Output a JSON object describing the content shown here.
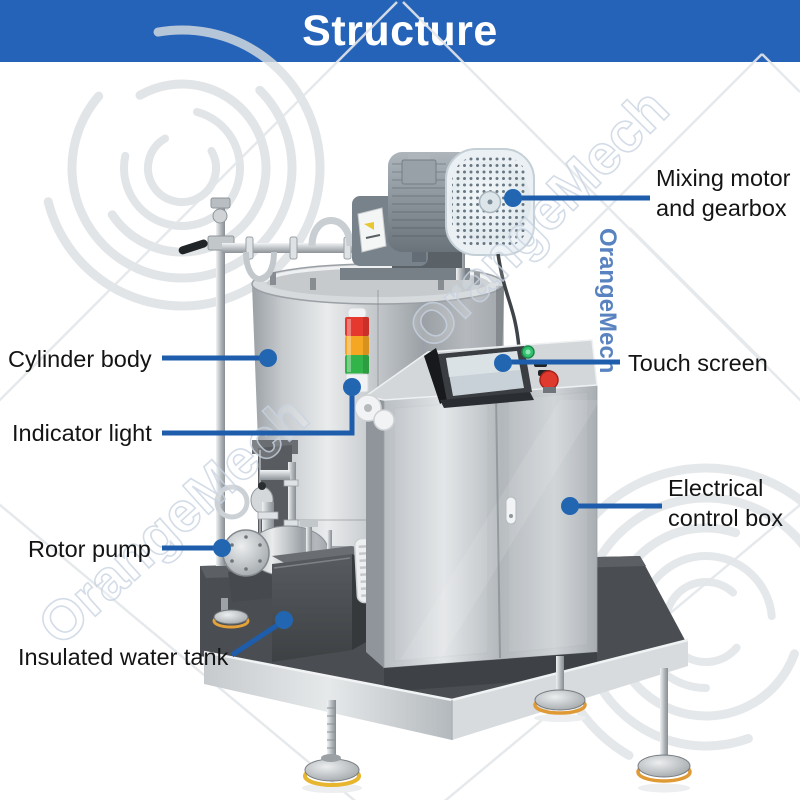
{
  "banner": {
    "title": "Structure",
    "background_color": "#2563b8",
    "text_color": "#ffffff"
  },
  "callouts": {
    "line_color": "#1d5dab",
    "dot_color": "#2266b2",
    "items": [
      {
        "id": "mixing-motor-gearbox",
        "text": "Mixing motor\nand gearbox",
        "side": "right"
      },
      {
        "id": "cylinder-body",
        "text": "Cylinder body",
        "side": "left"
      },
      {
        "id": "touch-screen",
        "text": "Touch screen",
        "side": "right"
      },
      {
        "id": "indicator-light",
        "text": "Indicator light",
        "side": "left"
      },
      {
        "id": "electrical-control-box",
        "text": "Electrical\ncontrol box",
        "side": "right"
      },
      {
        "id": "rotor-pump",
        "text": "Rotor pump",
        "side": "left"
      },
      {
        "id": "insulated-water-tank",
        "text": "Insulated water tank",
        "side": "left"
      }
    ]
  },
  "watermark": {
    "brand": "OrangeMech",
    "accent_color": "#4b79bb",
    "outline_color": "#c9d4e2"
  },
  "machine": {
    "indicator_light_colors": {
      "red": "#e5382e",
      "orange": "#f5a623",
      "green": "#33b44a"
    },
    "foot_ring_color": "#e5a23a",
    "motor_fan_color": "#eaf0f4"
  }
}
